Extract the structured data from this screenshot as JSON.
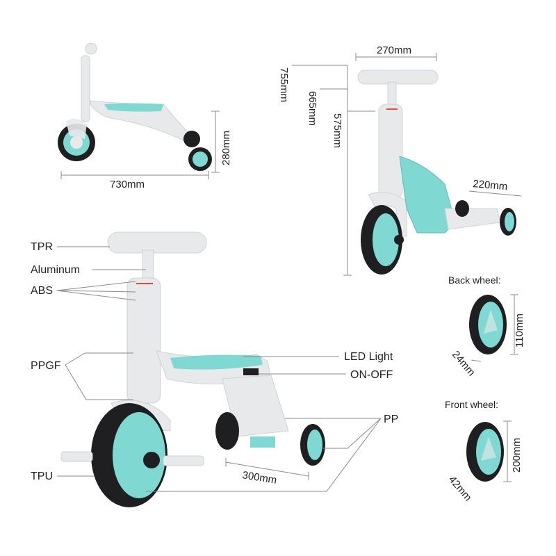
{
  "diagram": {
    "dimensions": {
      "overall_length": "730mm",
      "seat_height": "280mm",
      "handle_width": "270mm",
      "height_max": "755mm",
      "height_mid": "665mm",
      "height_min": "575mm",
      "deck_width": "220mm",
      "rear_track": "300mm"
    },
    "materials": {
      "tpr": "TPR",
      "aluminum": "Aluminum",
      "abs": "ABS",
      "ppgf": "PPGF",
      "tpu": "TPU",
      "pp": "PP"
    },
    "features": {
      "led": "LED Light",
      "switch": "ON-OFF"
    },
    "back_wheel": {
      "title": "Back wheel:",
      "diameter": "110mm",
      "width": "24mm"
    },
    "front_wheel": {
      "title": "Front wheel:",
      "diameter": "200mm",
      "width": "42mm"
    },
    "colors": {
      "body": "#e7e9ea",
      "accent": "#7fd9d2",
      "tire": "#1f1f22",
      "line": "#8a8a8a"
    }
  }
}
